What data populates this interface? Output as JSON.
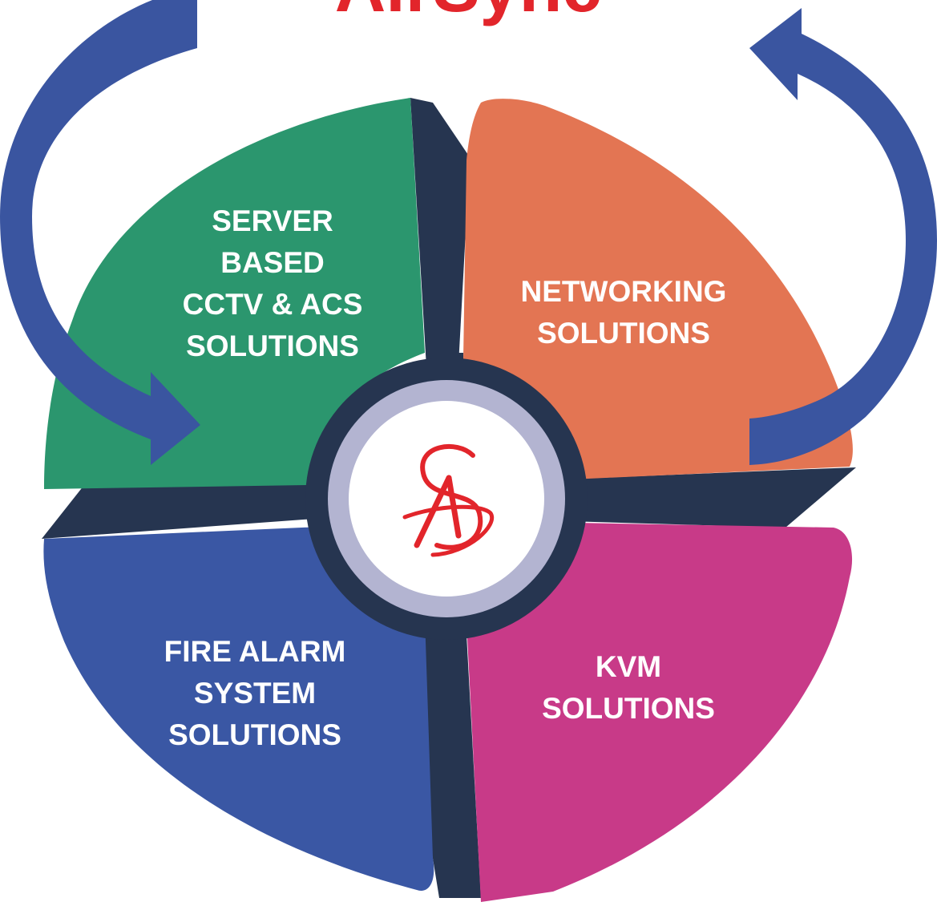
{
  "brand": {
    "title": "AirSync",
    "title_color": "#e2252b"
  },
  "logo": {
    "monogram": "SA",
    "color": "#e2252b"
  },
  "segments": [
    {
      "id": "server",
      "lines": [
        "SERVER",
        "BASED",
        "CCTV & ACS",
        "SOLUTIONS"
      ],
      "color": "#2b966e"
    },
    {
      "id": "networking",
      "lines": [
        "NETWORKING",
        "SOLUTIONS"
      ],
      "color": "#e37553"
    },
    {
      "id": "fire",
      "lines": [
        "FIRE ALARM",
        "SYSTEM",
        "SOLUTIONS"
      ],
      "color": "#3a57a4"
    },
    {
      "id": "kvm",
      "lines": [
        "KVM",
        "SOLUTIONS"
      ],
      "color": "#c83a88"
    }
  ],
  "colors": {
    "divider": "#263550",
    "arrow": "#3a55a0",
    "hub_ring": "#263550",
    "hub_inner_ring": "#b3b4d1",
    "hub_center": "#ffffff"
  }
}
